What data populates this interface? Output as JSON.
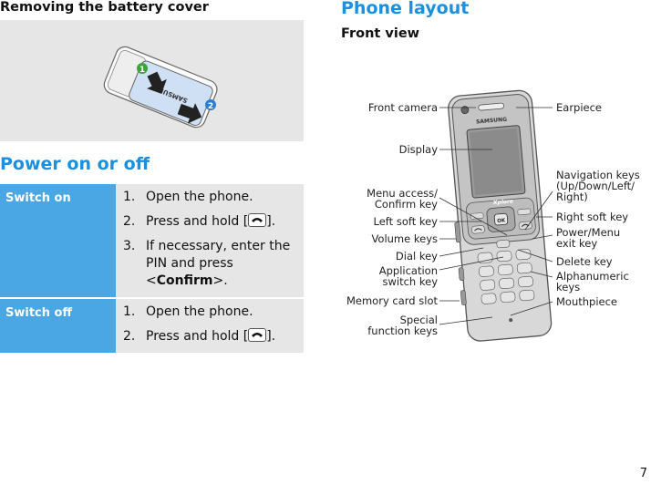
{
  "left": {
    "battery_title": "Removing the battery cover",
    "brand_on_cover": "SAMSUNG",
    "step_markers": [
      "1",
      "2"
    ],
    "power_title": "Power on or off",
    "table": [
      {
        "head": "Switch on",
        "steps": [
          {
            "num": "1.",
            "pre": "Open the phone.",
            "post": ""
          },
          {
            "num": "2.",
            "pre": "Press and hold [",
            "key": "end-key-icon",
            "post": "]."
          },
          {
            "num": "3.",
            "pre": "If necessary, enter the PIN and press <",
            "bold": "Confirm",
            "post": ">."
          }
        ]
      },
      {
        "head": "Switch off",
        "steps": [
          {
            "num": "1.",
            "pre": "Open the phone.",
            "post": ""
          },
          {
            "num": "2.",
            "pre": "Press and hold [",
            "key": "end-key-icon",
            "post": "]."
          }
        ]
      }
    ]
  },
  "right": {
    "title": "Phone layout",
    "subtitle": "Front view",
    "brand_on_phone": "SAMSUNG",
    "brand_on_slider": "Xplore",
    "ok_label": "OK",
    "left_labels": [
      "Front camera",
      "Display",
      "Menu access/\nConfirm key",
      "Left soft key",
      "Volume keys",
      "Dial key",
      "Application\nswitch key",
      "Memory card slot",
      "Special\nfunction keys"
    ],
    "right_labels": [
      "Earpiece",
      "Navigation keys\n(Up/Down/Left/\nRight)",
      "Right soft key",
      "Power/Menu\nexit key",
      "Delete key",
      "Alphanumeric\nkeys",
      "Mouthpiece"
    ]
  },
  "page_number": "7",
  "colors": {
    "accent_blue": "#1b8fe0",
    "table_head": "#4aa7e4",
    "panel_gray": "#e6e6e6",
    "marker_green": "#3aa33a",
    "marker_blue": "#2a7fd0"
  }
}
